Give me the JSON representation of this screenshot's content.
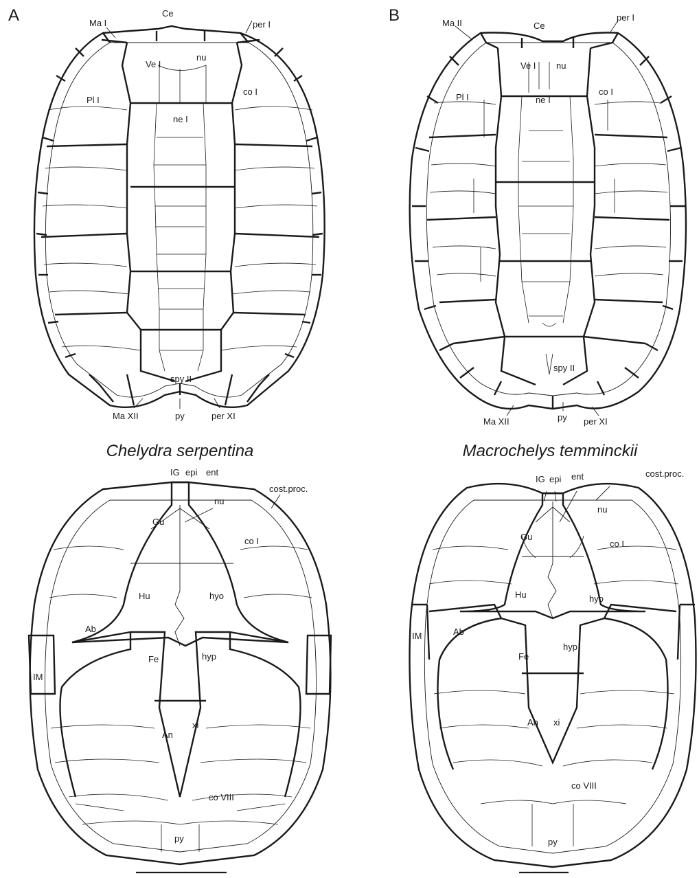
{
  "panels": {
    "a": {
      "letter": "A",
      "species": "Chelydra serpentina",
      "dorsal": {
        "Ce": "Ce",
        "MaI": "Ma I",
        "perI": "per I",
        "nu": "nu",
        "VeI": "Ve I",
        "PlI": "Pl I",
        "coI": "co I",
        "neI": "ne I",
        "spyII": "spy II",
        "MaXII": "Ma XII",
        "py": "py",
        "perXI": "per XI"
      },
      "ventral": {
        "IG": "IG",
        "epi": "epi",
        "ent": "ent",
        "costproc": "cost.proc.",
        "nu": "nu",
        "Gu": "Gu",
        "coI": "co I",
        "Hu": "Hu",
        "hyo": "hyo",
        "Ab": "Ab",
        "Fe": "Fe",
        "hyp": "hyp",
        "IM": "IM",
        "An": "An",
        "xi": "xi",
        "coVIII": "co VIII",
        "py": "py"
      }
    },
    "b": {
      "letter": "B",
      "species": "Macrochelys temminckii",
      "dorsal": {
        "MaII": "Ma II",
        "Ce": "Ce",
        "perI": "per I",
        "VeI": "Ve I",
        "nu": "nu",
        "PlI": "Pl I",
        "neI": "ne I",
        "coI": "co I",
        "spyII": "spy II",
        "MaXII": "Ma XII",
        "py": "py",
        "perXI": "per XI"
      },
      "ventral": {
        "IG": "IG",
        "epi": "epi",
        "ent": "ent",
        "costproc": "cost.proc.",
        "nu": "nu",
        "Gu": "Gu",
        "coI": "co I",
        "Hu": "Hu",
        "hyo": "hyo",
        "IM": "IM",
        "Ab": "Ab",
        "Fe": "Fe",
        "hyp": "hyp",
        "An": "An",
        "xi": "xi",
        "coVIII": "co VIII",
        "py": "py"
      }
    }
  }
}
